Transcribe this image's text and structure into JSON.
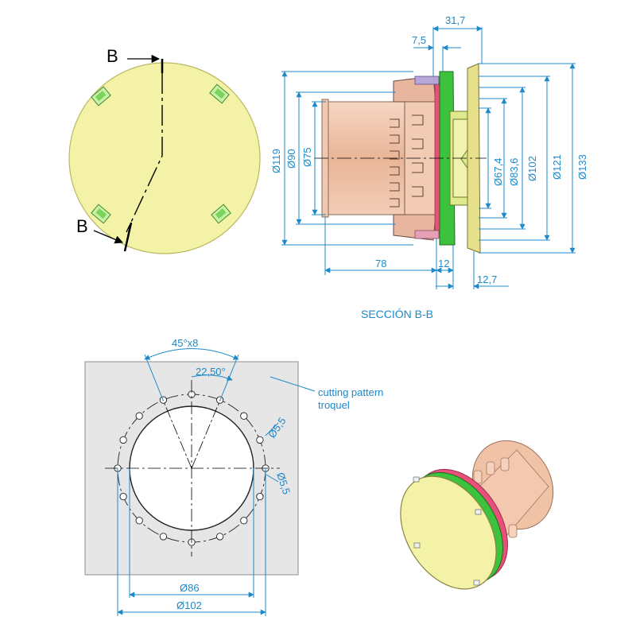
{
  "section_marker": "B",
  "section_title": "SECCIÓN B-B",
  "side_dims": {
    "top": [
      "31,7",
      "7,5"
    ],
    "diameters_left": [
      "Ø119",
      "Ø90",
      "Ø75"
    ],
    "diameters_right": [
      "Ø67,4",
      "Ø83,6",
      "Ø102",
      "Ø121",
      "Ø133"
    ],
    "bottom": [
      "78",
      "12",
      "12,7"
    ]
  },
  "pattern_dims": {
    "angle_pitch": "45°x8",
    "angle_offset": "22,50°",
    "hole_dia_1": "Ø5,5",
    "hole_dia_2": "Ø5,5",
    "inner_dia": "Ø86",
    "outer_dia": "Ø102"
  },
  "pattern_callout": [
    "cutting pattern",
    "troquel"
  ],
  "colors": {
    "dimension": "#1e88c8",
    "cover_yellow": "#f3f2a6",
    "body_salmon": "#eec3a8",
    "seal_green": "#3cc23c",
    "gasket_pink": "#e8507a",
    "cut_sheet": "#e6e6e6"
  }
}
